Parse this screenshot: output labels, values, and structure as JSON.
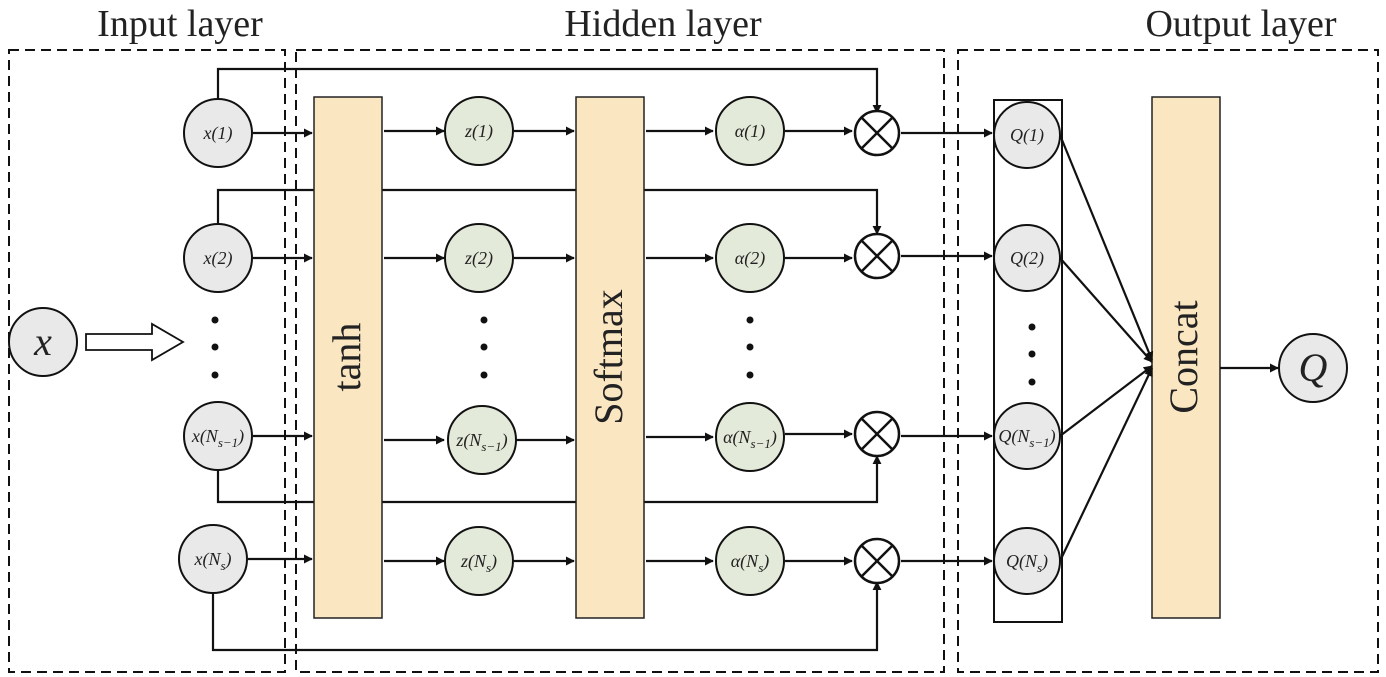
{
  "sections": {
    "input": "Input layer",
    "hidden": "Hidden layer",
    "output": "Output layer"
  },
  "input_node": "x",
  "inputs": [
    "x(1)",
    "x(2)",
    "x(N_{s-1})",
    "x(N_s)"
  ],
  "blocks": {
    "tanh": "tanh",
    "softmax": "Softmax",
    "concat": "Concat"
  },
  "z_nodes": [
    "z(1)",
    "z(2)",
    "z(N_{s-1})",
    "z(N_s)"
  ],
  "alpha_nodes": [
    "α(1)",
    "α(2)",
    "α(N_{s-1})",
    "α(N_s)"
  ],
  "q_nodes": [
    "Q(1)",
    "Q(2)",
    "Q(N_{s-1})",
    "Q(N_s)"
  ],
  "output_node": "Q",
  "colors": {
    "block_fill": "#fbe6c2",
    "green_node": "#e3ead9",
    "gray_node": "#e9e9e9",
    "line": "#111111"
  }
}
